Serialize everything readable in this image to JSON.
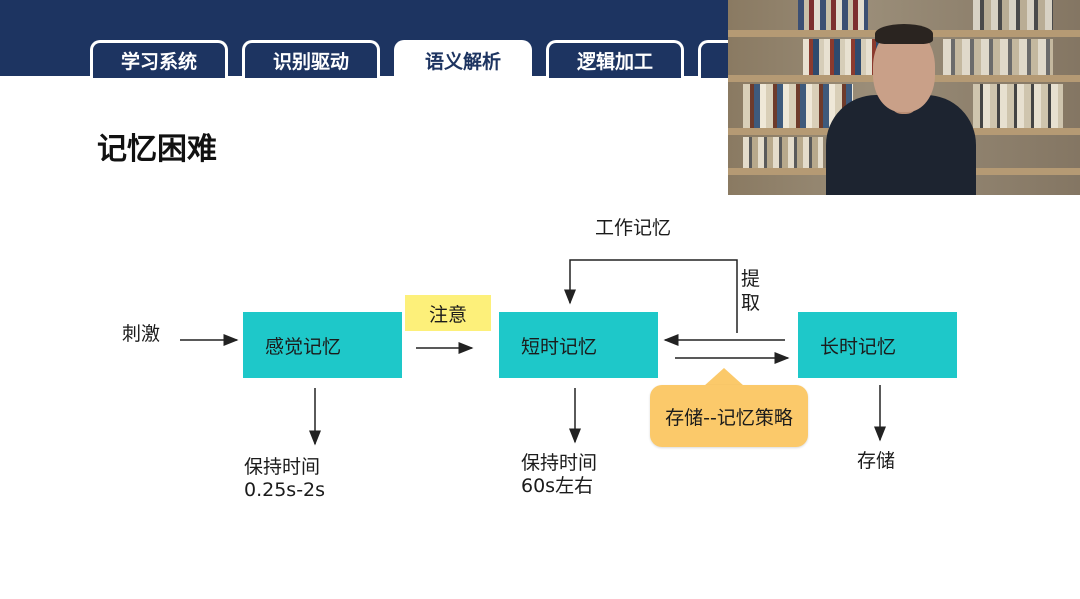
{
  "tabs": [
    {
      "label": "学习系统",
      "active": false
    },
    {
      "label": "识别驱动",
      "active": false
    },
    {
      "label": "语义解析",
      "active": true
    },
    {
      "label": "逻辑加工",
      "active": false
    },
    {
      "label": "",
      "active": false
    }
  ],
  "page_title": "记忆困难",
  "diagram": {
    "stimulus": "刺激",
    "sensory_memory": "感觉记忆",
    "attention": "注意",
    "short_term_memory": "短时记忆",
    "long_term_memory": "长时记忆",
    "working_memory": "工作记忆",
    "retrieval_line1": "提",
    "retrieval_line2": "取",
    "strategy": "存储--记忆策略",
    "sensory_duration_label": "保持时间",
    "sensory_duration_value": "0.25s-2s",
    "short_duration_label": "保持时间",
    "short_duration_value": "60s左右",
    "storage": "存储"
  },
  "colors": {
    "header": "#1d3461",
    "box": "#1ec8c9",
    "attention": "#fdf07a",
    "callout": "#fbc96a"
  },
  "webcam": {
    "description_icon": "presenter-video-icon"
  }
}
